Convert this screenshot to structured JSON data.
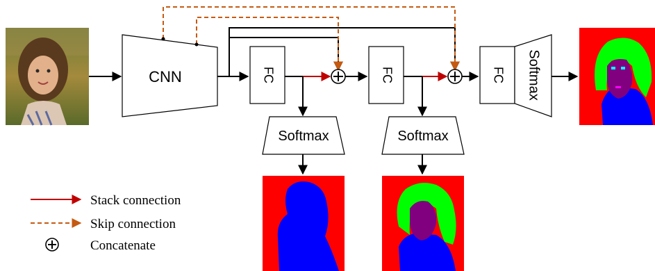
{
  "blocks": {
    "cnn": "CNN",
    "fc1": "FC",
    "fc2": "FC",
    "fc3": "FC",
    "softmax1": "Softmax",
    "softmax2": "Softmax",
    "softmax3": "Softmax"
  },
  "legend": {
    "stack": "Stack connection",
    "skip": "Skip connection",
    "concat": "Concatenate"
  },
  "colors": {
    "stack_line": "#c00000",
    "skip_line": "#c55a11",
    "seg_background": "#ff0000",
    "seg_body": "#0000ff",
    "seg_hair": "#00ff00",
    "seg_face": "#800080",
    "seg_detail": "#00ffff"
  }
}
